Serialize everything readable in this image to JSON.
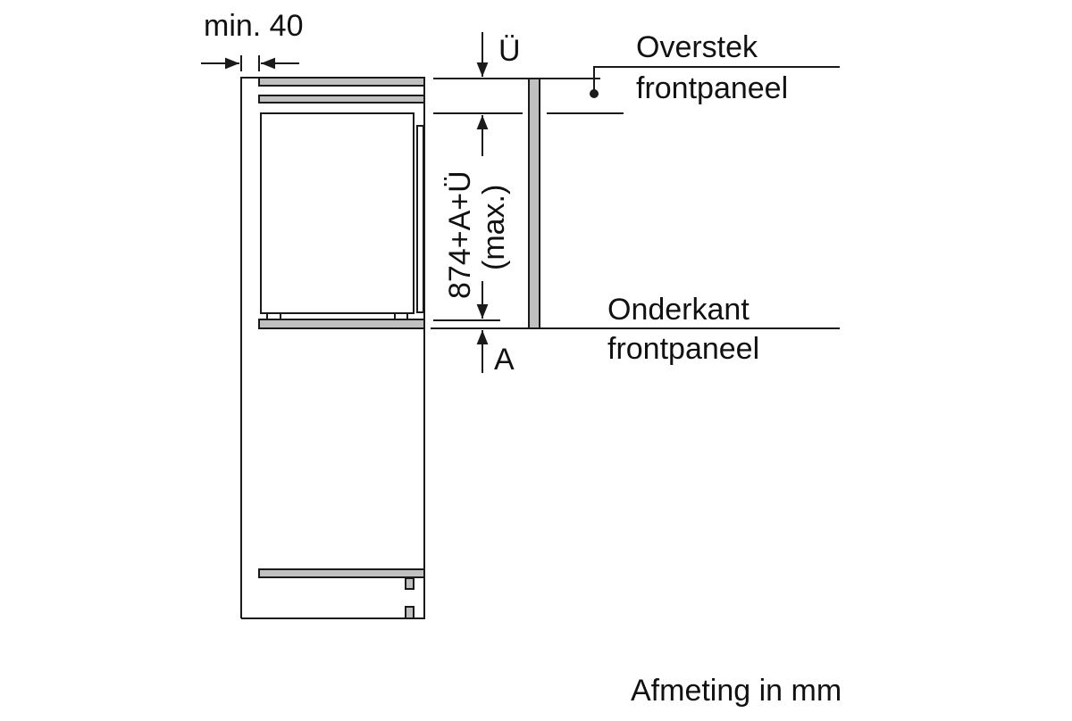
{
  "diagram": {
    "type": "installation-dimension-drawing",
    "colors": {
      "stroke": "#1a1a1a",
      "fill_gray": "#c0c0c0",
      "background": "#ffffff"
    },
    "labels": {
      "min_gap": "min. 40",
      "overhang_symbol": "Ü",
      "height_formula": "874+A+Ü",
      "height_qualifier": "(max.)",
      "bottom_offset_symbol": "A",
      "overhang_label_line1": "Overstek",
      "overhang_label_line2": "frontpaneel",
      "bottom_label_line1": "Onderkant",
      "bottom_label_line2": "frontpaneel",
      "units_note": "Afmeting in mm"
    }
  }
}
